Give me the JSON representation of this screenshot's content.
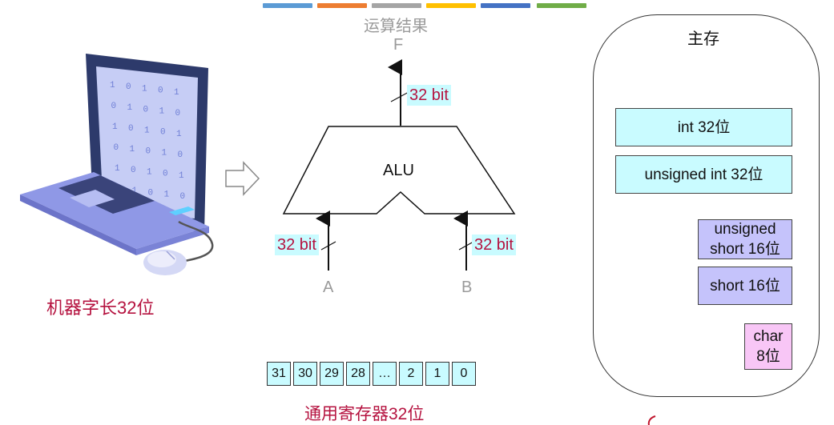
{
  "top_color_bars": [
    "#5b9bd5",
    "#ed7d31",
    "#a5a5a5",
    "#ffc000",
    "#4472c4",
    "#70ad47"
  ],
  "alu": {
    "result_title": "运算结果",
    "output_label": "F",
    "output_bits": "32 bit",
    "name": "ALU",
    "input_a_label": "A",
    "input_a_bits": "32 bit",
    "input_b_label": "B",
    "input_b_bits": "32 bit"
  },
  "computer": {
    "icon": "laptop-icon",
    "mouse_icon": "mouse-icon",
    "caption": "机器字长32位",
    "screen_digits": [
      "1",
      "0",
      "1",
      "0",
      "1",
      "0",
      "1",
      "0",
      "1",
      "0",
      "1",
      "0",
      "1",
      "0",
      "1",
      "0",
      "1",
      "0",
      "1",
      "0",
      "1",
      "0",
      "1",
      "0",
      "1",
      "0",
      "1",
      "0",
      "1",
      "0"
    ]
  },
  "arrow_icon": "hollow-arrow-right-icon",
  "register": {
    "cells": [
      "31",
      "30",
      "29",
      "28",
      "…",
      "2",
      "1",
      "0"
    ],
    "caption": "通用寄存器32位"
  },
  "main_memory": {
    "title": "主存",
    "items": [
      {
        "label": "int 32位",
        "color": "#c9fbff"
      },
      {
        "label": "unsigned int 32位",
        "color": "#c9fbff"
      },
      {
        "label_line1": "unsigned",
        "label_line2": "short 16位",
        "color": "#c5c3fb"
      },
      {
        "label": "short 16位",
        "color": "#c5c3fb"
      },
      {
        "label_line1": "char",
        "label_line2": "8位",
        "color": "#f8c6f6"
      }
    ]
  }
}
